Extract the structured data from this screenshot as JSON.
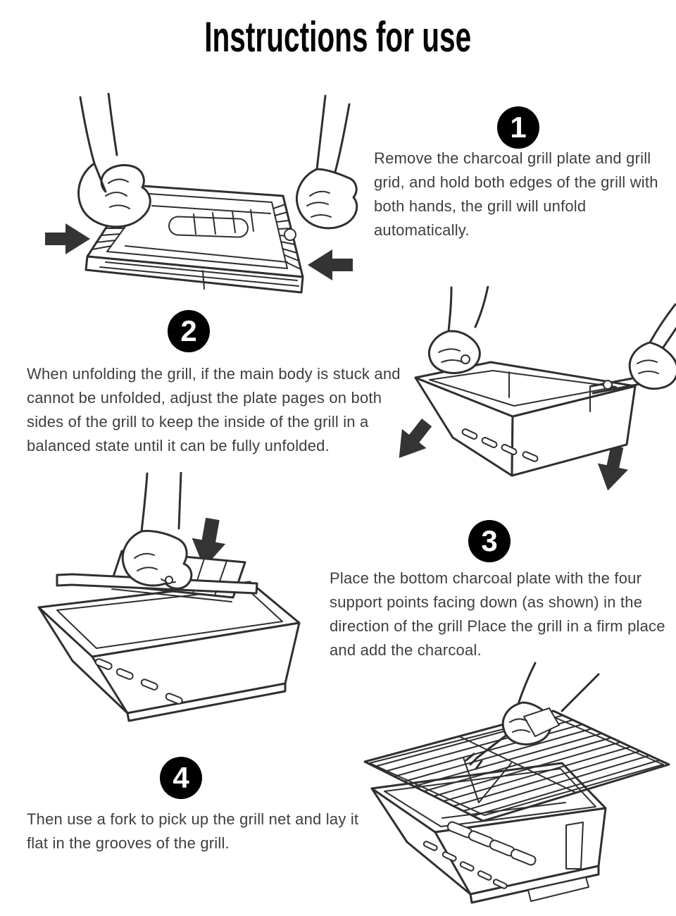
{
  "page": {
    "title": "Instructions for use"
  },
  "colors": {
    "background": "#ffffff",
    "ink": "#2f2f2f",
    "text": "#3e3e3e",
    "badge_bg": "#000000",
    "badge_fg": "#ffffff"
  },
  "steps": [
    {
      "number": "1",
      "text": "Remove the charcoal grill plate and grill grid, and hold both edges of the grill with both hands, the grill will unfold automatically.",
      "illustration": "two-hands-holding-folded-flat-grill-with-two-inward-arrows"
    },
    {
      "number": "2",
      "text": "When unfolding the grill, if the main body is stuck and cannot be unfolded, adjust the plate pages on both sides of the grill to keep the inside of the grill in a balanced state until it can be fully unfolded.",
      "illustration": "two-hands-pulling-open-grill-body-with-two-downward-arrows"
    },
    {
      "number": "3",
      "text": "Place the bottom charcoal plate with the four support points facing down (as shown) in the direction of the grill Place the grill in a firm place and add the charcoal.",
      "illustration": "hand-setting-charcoal-plate-into-grill-with-down-arrow"
    },
    {
      "number": "4",
      "text": "Then use a fork to pick up the grill net and lay it flat in the grooves of the grill.",
      "illustration": "hand-using-fork-to-lay-grill-net-onto-grill"
    }
  ]
}
